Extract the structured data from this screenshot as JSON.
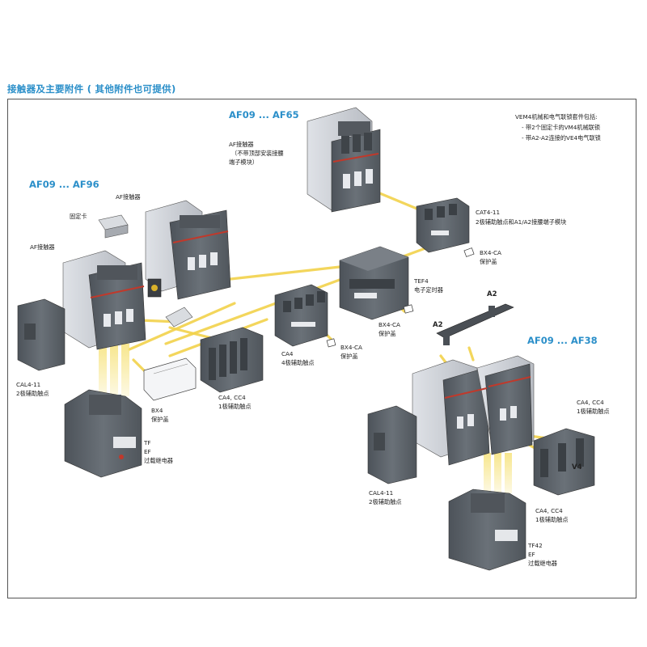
{
  "header": {
    "title": "接触器及主要附件 ( 其他附件也可提供)"
  },
  "series_labels": {
    "top": "AF09 ... AF65",
    "left": "AF09 ... AF96",
    "right": "AF09 ... AF38"
  },
  "note": {
    "line1": "VEM4机械和电气联锁套件包括:",
    "line2": "- 带2个固定卡的VM4机械联锁",
    "line3": "- 带A2-A2连接的VE4电气联锁"
  },
  "labels": {
    "af_top_1": "AF接触器",
    "af_top_2": "（不带顶部安装接腰",
    "af_top_3": "端子模块）",
    "af_left_top": "AF接触器",
    "af_left": "AF接触器",
    "clip": "固定卡",
    "cat4_1": "CAT4-11",
    "cat4_2": "2极辅助触点和A1/A2接腰端子模块",
    "bx4ca_top_1": "BX4-CA",
    "bx4ca_top_2": "保护盖",
    "tef4_1": "TEF4",
    "tef4_2": "电子定时器",
    "bx4ca_mid_1": "BX4-CA",
    "bx4ca_mid_2": "保护盖",
    "bx4ca_low_1": "BX4-CA",
    "bx4ca_low_2": "保护盖",
    "a2_top": "A2",
    "a2_mid": "A2",
    "ca4_1": "CA4",
    "ca4_2": "4极辅助触点",
    "cacc_mid_1": "CA4, CC4",
    "cacc_mid_2": "1极辅助触点",
    "bx4_1": "BX4",
    "bx4_2": "保护盖",
    "cal4_left_1": "CAL4-11",
    "cal4_left_2": "2极辅助触点",
    "tf_1": "TF",
    "tf_2": "EF",
    "tf_3": "过载继电器",
    "cacc_right_1": "CA4, CC4",
    "cacc_right_2": "1极辅助触点",
    "cal4_right_1": "CAL4-11",
    "cal4_right_2": "2极辅助触点",
    "cacc_low_1": "CA4, CC4",
    "cacc_low_2": "1极辅助触点",
    "tf42_1": "TF42",
    "tf42_2": "EF",
    "tf42_3": "过载继电器",
    "mark_v4": "V4"
  },
  "colors": {
    "series_blue": "#2b8fc9",
    "body_dark": "#5d646b",
    "body_light": "#c9ccd2",
    "accent_red": "#c0392b",
    "connector_yellow": "#f2d24a"
  }
}
